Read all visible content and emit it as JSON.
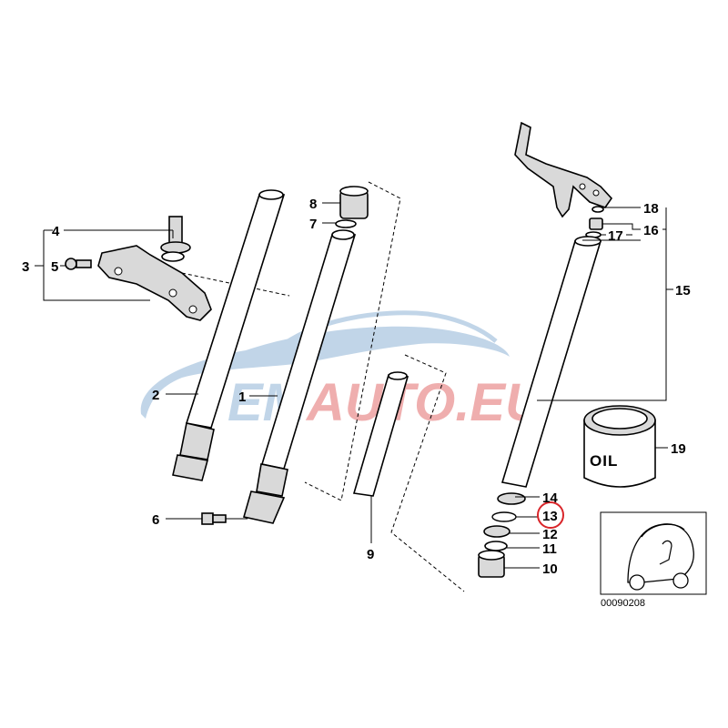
{
  "watermark": {
    "text": "EMAUTO.EU",
    "color_blue": "#8fb4d6",
    "color_red": "#e36d6d"
  },
  "callouts": [
    {
      "id": "c1",
      "label": "1"
    },
    {
      "id": "c2",
      "label": "2"
    },
    {
      "id": "c3",
      "label": "3"
    },
    {
      "id": "c4",
      "label": "4"
    },
    {
      "id": "c5",
      "label": "5"
    },
    {
      "id": "c6",
      "label": "6"
    },
    {
      "id": "c7",
      "label": "7"
    },
    {
      "id": "c8",
      "label": "8"
    },
    {
      "id": "c9",
      "label": "9"
    },
    {
      "id": "c10",
      "label": "10"
    },
    {
      "id": "c11",
      "label": "11"
    },
    {
      "id": "c12",
      "label": "12"
    },
    {
      "id": "c13",
      "label": "13",
      "highlighted": true
    },
    {
      "id": "c14",
      "label": "14"
    },
    {
      "id": "c15",
      "label": "15"
    },
    {
      "id": "c16",
      "label": "16"
    },
    {
      "id": "c17",
      "label": "17"
    },
    {
      "id": "c18",
      "label": "18"
    },
    {
      "id": "c19",
      "label": "19"
    }
  ],
  "oil_can_label": "OIL",
  "reference_number": "00090208",
  "highlight_color": "#d9252a"
}
